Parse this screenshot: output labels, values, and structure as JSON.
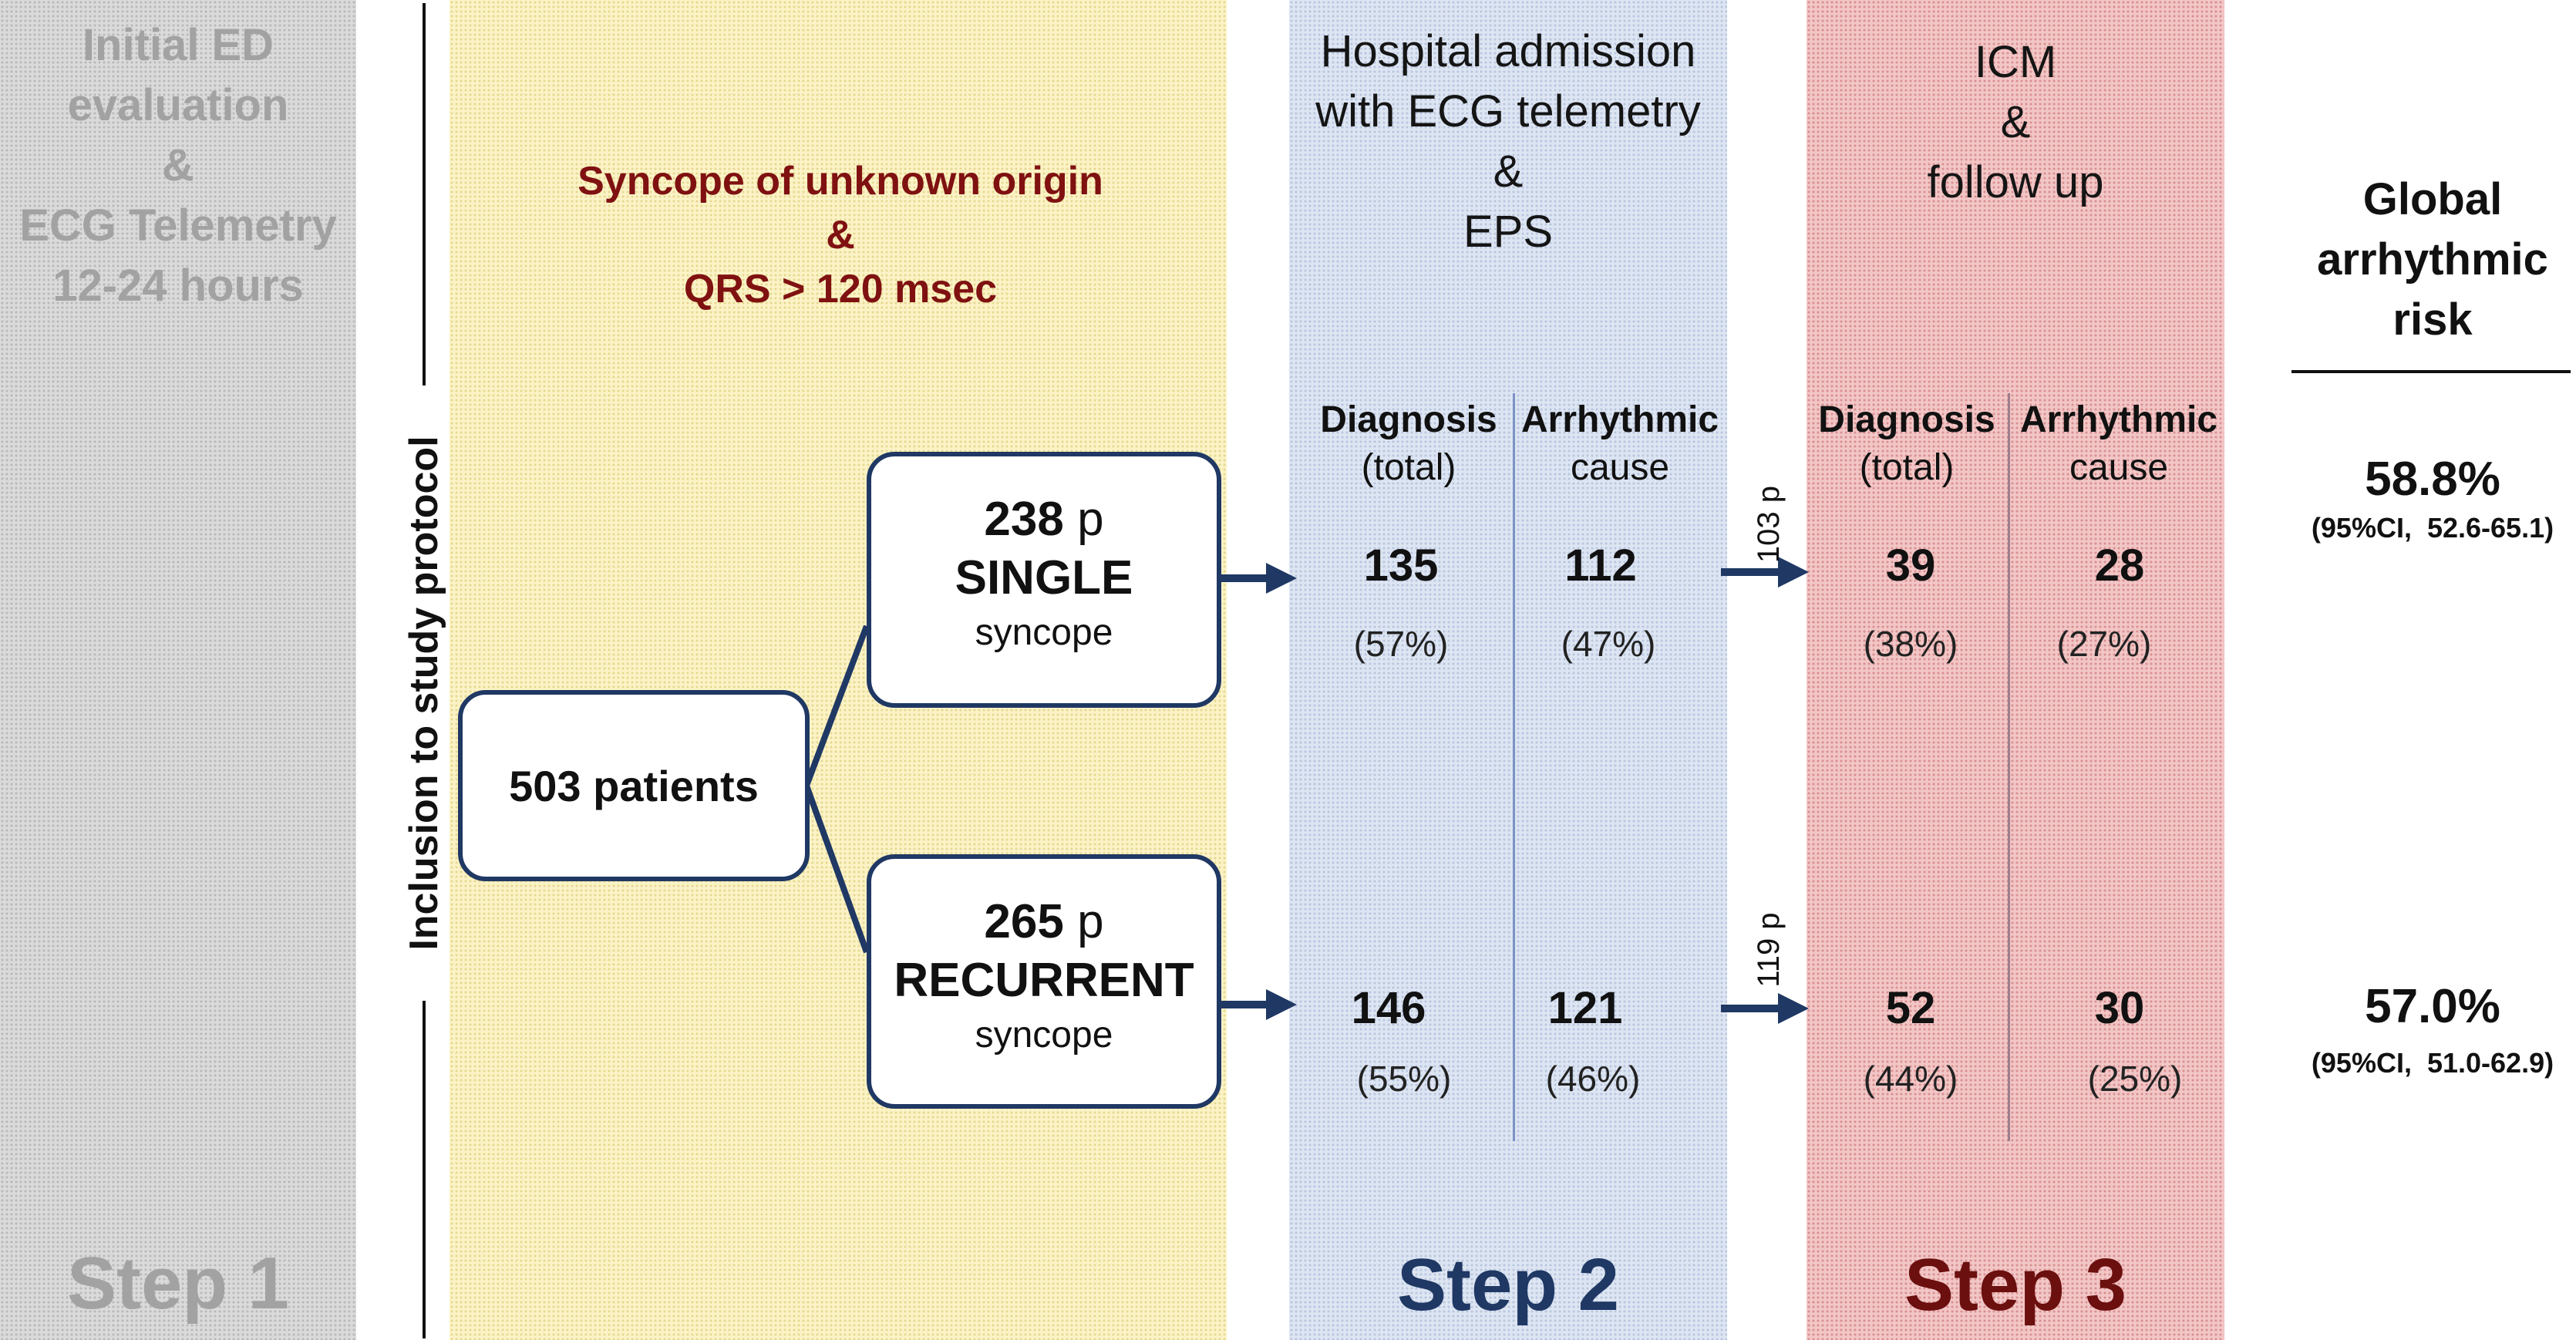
{
  "step1": {
    "description_lines": [
      "Initial ED",
      "evaluation",
      "&",
      "ECG Telemetry",
      "12-24 hours"
    ],
    "label": "Step 1"
  },
  "inclusion": {
    "vertical_label": "Inclusion to study protocol"
  },
  "criteria": {
    "lines": [
      "Syncope of unknown origin",
      "&",
      "QRS > 120 msec"
    ]
  },
  "patients_box": {
    "label": "503 patients"
  },
  "single_box": {
    "count": "238",
    "unit": "p",
    "type": "SINGLE",
    "suffix": "syncope"
  },
  "recurrent_box": {
    "count": "265",
    "unit": "p",
    "type": "RECURRENT",
    "suffix": "syncope"
  },
  "step2": {
    "header_lines": [
      "Hospital admission",
      "with ECG telemetry",
      "&",
      "EPS"
    ],
    "col1": {
      "line1": "Diagnosis",
      "line2": "(total)"
    },
    "col2": {
      "line1": "Arrhythmic",
      "line2": "cause"
    },
    "single_row": {
      "diag": "135",
      "diag_pct": "(57%)",
      "arr": "112",
      "arr_pct": "(47%)"
    },
    "recurrent_row": {
      "diag": "146",
      "diag_pct": "(55%)",
      "arr": "121",
      "arr_pct": "(46%)"
    },
    "label": "Step 2"
  },
  "transfer": {
    "single": "103 p",
    "recurrent": "119 p"
  },
  "step3": {
    "header_lines": [
      "ICM",
      "&",
      "follow up"
    ],
    "col1": {
      "line1": "Diagnosis",
      "line2": "(total)"
    },
    "col2": {
      "line1": "Arrhythmic",
      "line2": "cause"
    },
    "single_row": {
      "diag": "39",
      "diag_pct": "(38%)",
      "arr": "28",
      "arr_pct": "(27%)"
    },
    "recurrent_row": {
      "diag": "52",
      "diag_pct": "(44%)",
      "arr": "30",
      "arr_pct": "(25%)"
    },
    "label": "Step 3"
  },
  "global_risk": {
    "header_lines": [
      "Global",
      "arrhythmic",
      "risk"
    ],
    "single": {
      "value": "58.8%",
      "ci": "(95%CI,  52.6-65.1)"
    },
    "recurrent": {
      "value": "57.0%",
      "ci": "(95%CI,  51.0-62.9)"
    }
  },
  "colors": {
    "box_border": "#1f3864",
    "arrow": "#1f3864",
    "criteria_text": "#7f1111",
    "step2_label": "#1f3864",
    "step3_label": "#6b0f0f",
    "step1_text": "#a2a2a2"
  }
}
